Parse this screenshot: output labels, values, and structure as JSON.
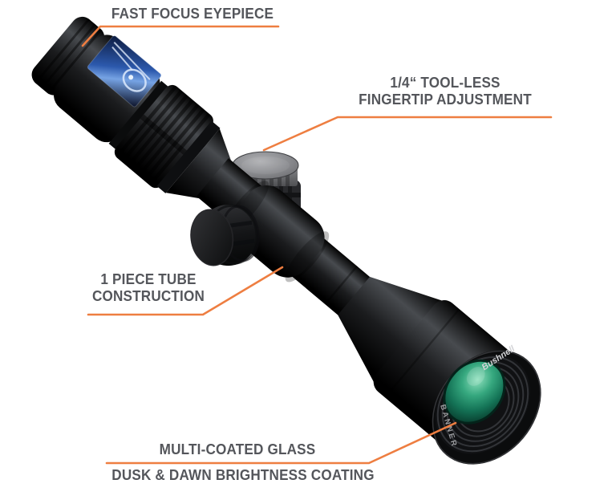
{
  "title": "Riflescope feature callout diagram",
  "colors": {
    "background": "#ffffff",
    "accent_orange": "#EE7E41",
    "label_text": "#54565B",
    "lens_green": "#147356",
    "sticker_blue": "#2C59AD",
    "turret_gray": "#8B8C90",
    "scope_black": "#1B1C1E"
  },
  "callouts": {
    "fast_focus_eyepiece": {
      "label": "FAST FOCUS EYEPIECE"
    },
    "fingertip_adjustment": {
      "line1": "1/4“ TOOL-LESS",
      "line2": "FINGERTIP ADJUSTMENT"
    },
    "one_piece_tube": {
      "line1": "1 PIECE TUBE",
      "line2": "CONSTRUCTION"
    },
    "multi_coated_glass": {
      "label": "MULTI-COATED GLASS"
    },
    "dusk_dawn_coating": {
      "label": "DUSK & DAWN BRIGHTNESS COATING"
    }
  },
  "scope": {
    "brand_text": "Bushnell",
    "model_text": "BANNER"
  }
}
